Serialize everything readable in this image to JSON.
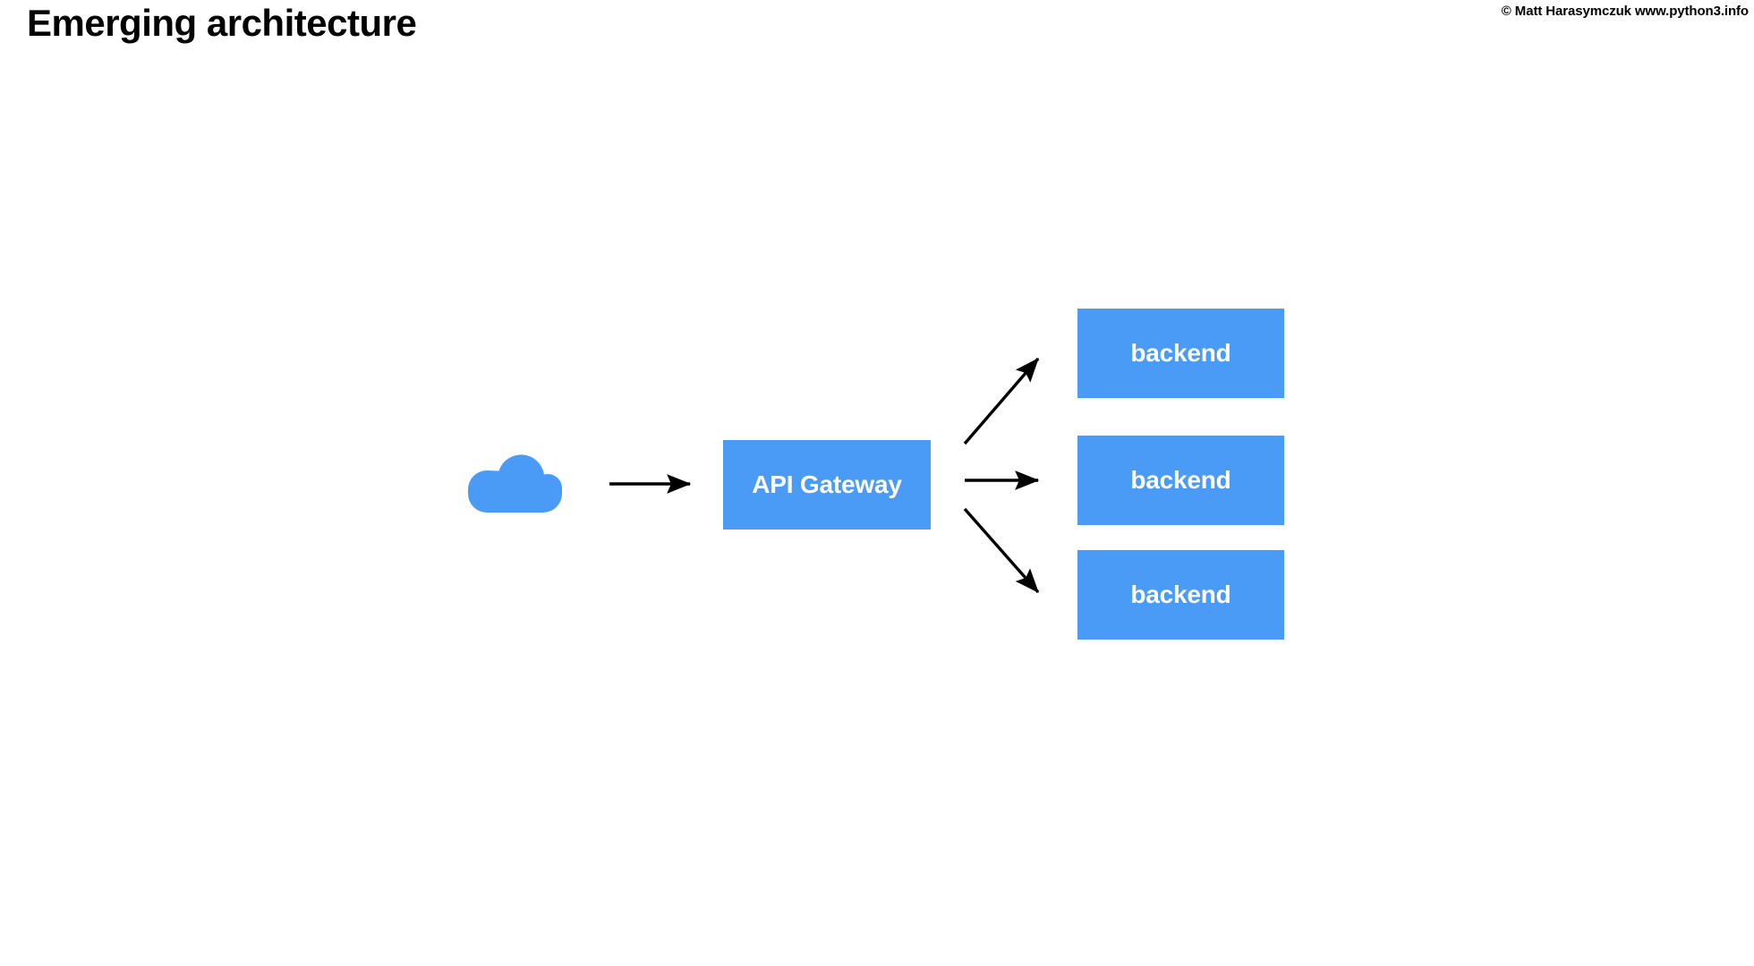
{
  "slide": {
    "title": "Emerging architecture",
    "copyright": "© Matt Harasymczuk www.python3.info",
    "background_color": "#ffffff",
    "accent_color": "#4a9bf5",
    "text_color": "#000000",
    "node_label_color": "#ffffff",
    "connector_color": "#000000"
  },
  "diagram": {
    "type": "architecture-flow",
    "nodes": [
      {
        "id": "cloud",
        "shape": "cloud",
        "label": "",
        "color": "#4a9bf5"
      },
      {
        "id": "api-gateway",
        "shape": "rectangle",
        "label": "API Gateway",
        "color": "#4a9bf5"
      },
      {
        "id": "backend-1",
        "shape": "rectangle",
        "label": "backend",
        "color": "#4a9bf5"
      },
      {
        "id": "backend-2",
        "shape": "rectangle",
        "label": "backend",
        "color": "#4a9bf5"
      },
      {
        "id": "backend-3",
        "shape": "rectangle",
        "label": "backend",
        "color": "#4a9bf5"
      }
    ],
    "edges": [
      {
        "from": "cloud",
        "to": "api-gateway",
        "label": "",
        "style": "solid-arrow"
      },
      {
        "from": "api-gateway",
        "to": "backend-1",
        "label": "",
        "style": "solid-arrow"
      },
      {
        "from": "api-gateway",
        "to": "backend-2",
        "label": "",
        "style": "solid-arrow"
      },
      {
        "from": "api-gateway",
        "to": "backend-3",
        "label": "",
        "style": "solid-arrow"
      }
    ],
    "icons": {
      "cloud": "cloud-icon",
      "arrow": "arrow-right-icon"
    }
  }
}
